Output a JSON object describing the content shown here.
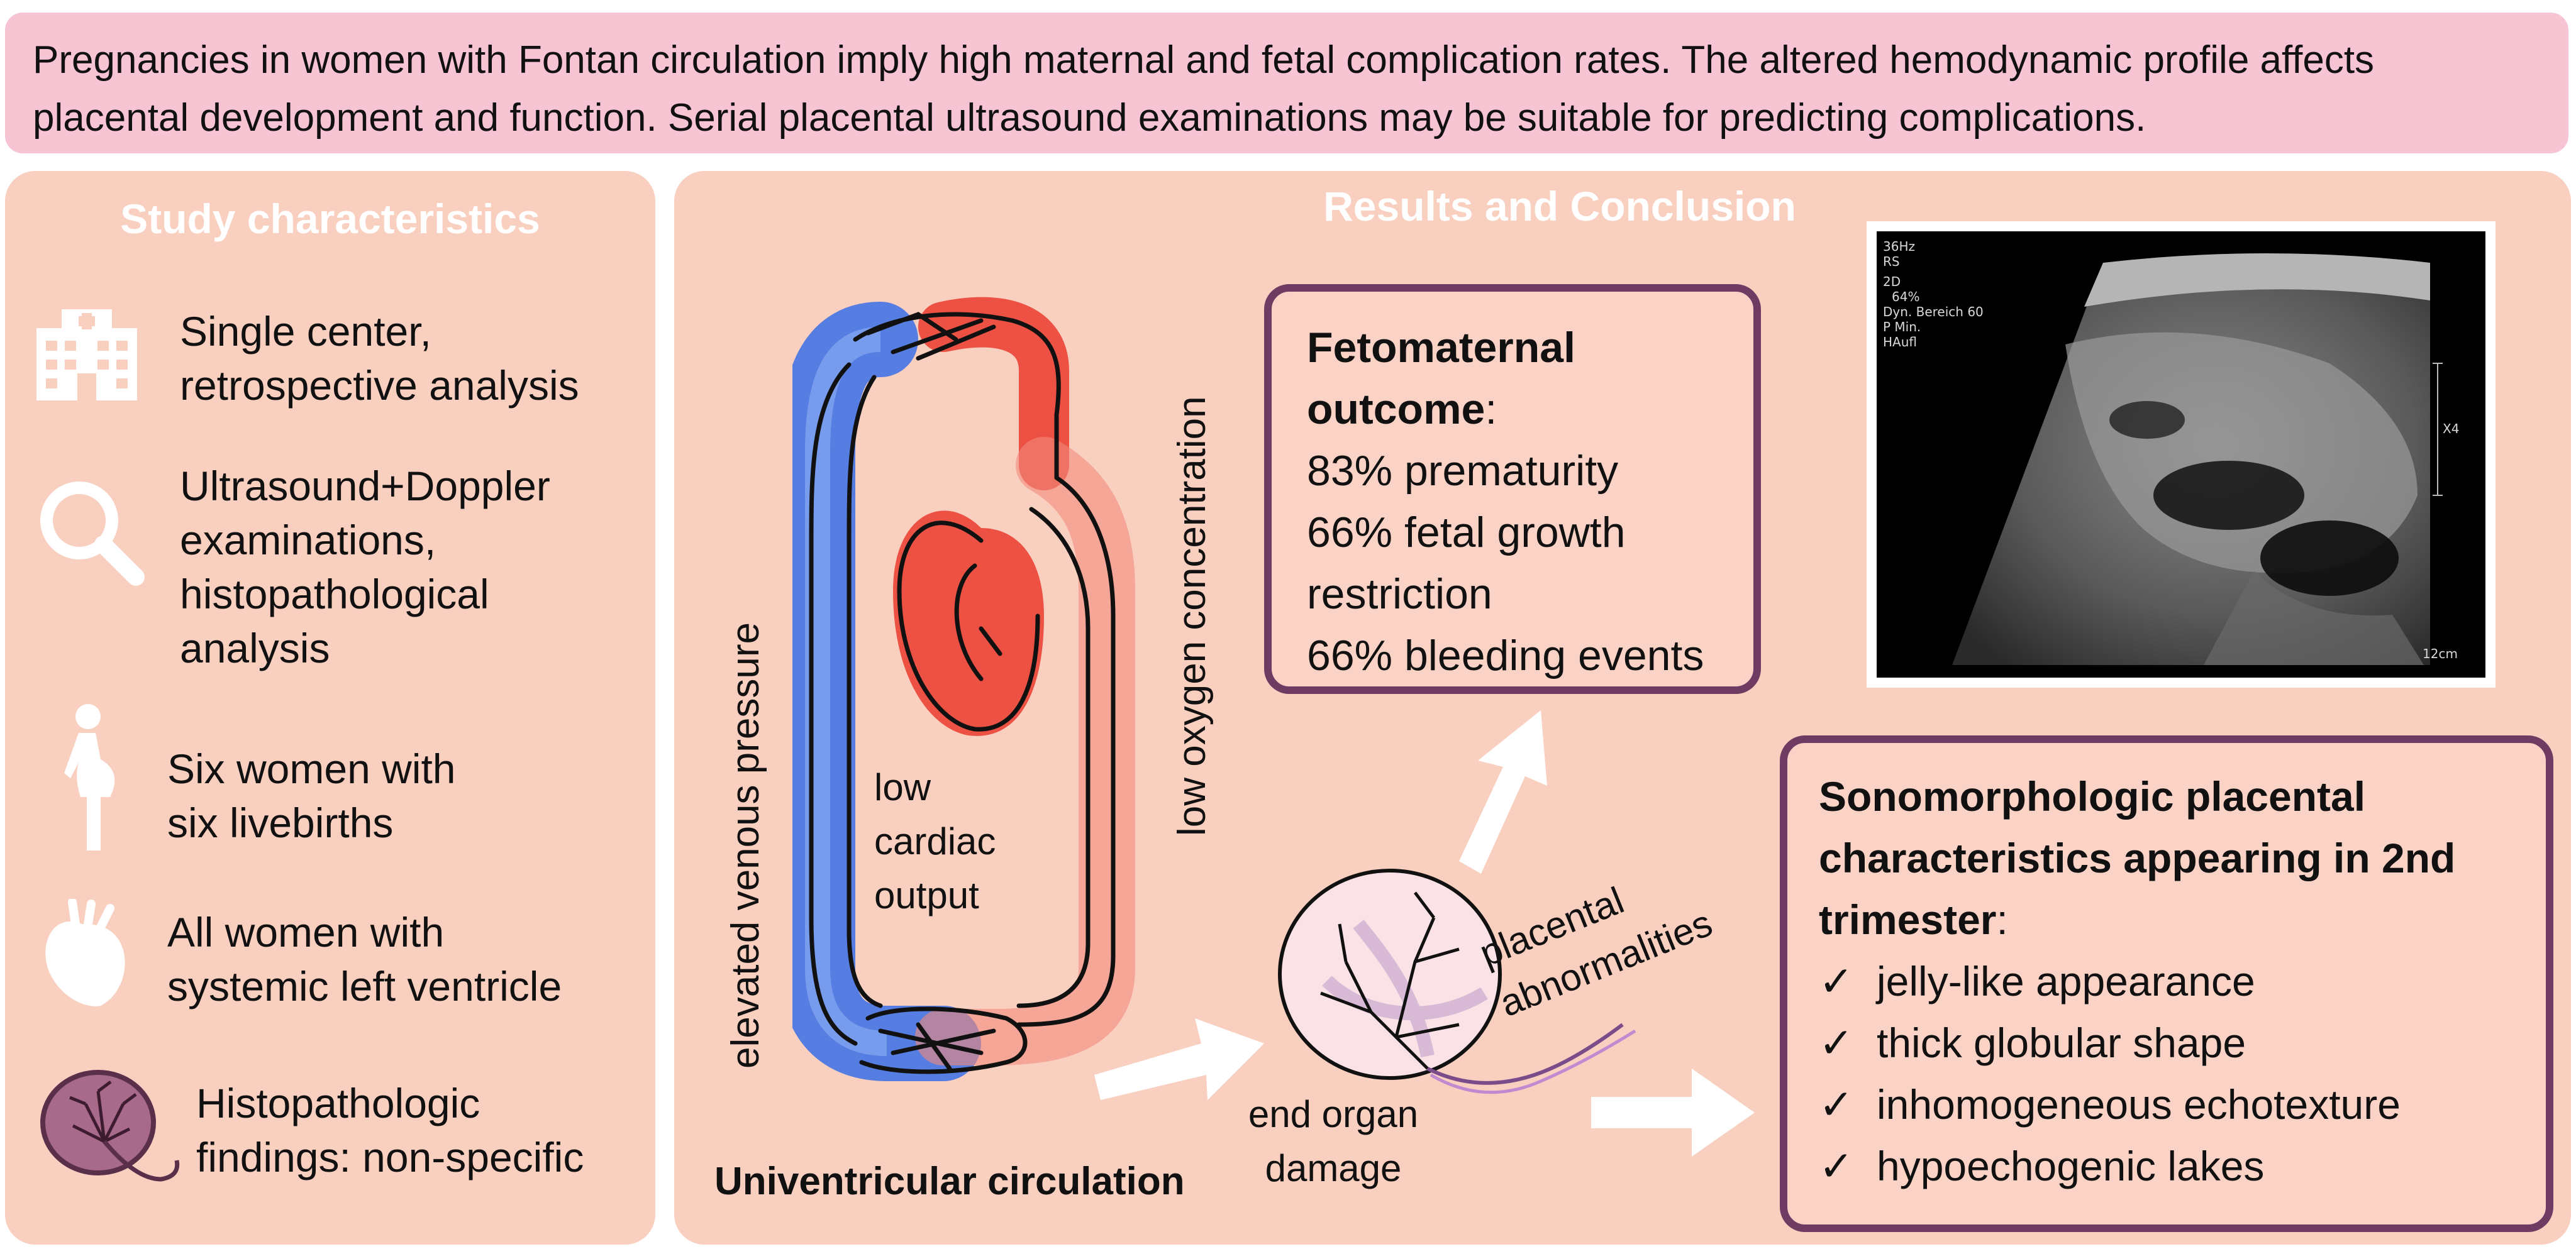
{
  "banner": {
    "line1": "Pregnancies in women with Fontan circulation imply high maternal and fetal complication rates. The altered hemodynamic profile affects",
    "line2": "placental development and function. Serial placental ultrasound examinations may be suitable for predicting complications."
  },
  "study": {
    "title": "Study characteristics",
    "items": [
      {
        "icon": "hospital-icon",
        "lines": [
          "Single center,",
          "retrospective analysis"
        ]
      },
      {
        "icon": "magnifier-icon",
        "lines": [
          "Ultrasound+Doppler",
          "examinations,",
          "histopathological",
          "analysis"
        ]
      },
      {
        "icon": "pregnant-woman-icon",
        "lines": [
          "Six women with",
          "six livebirths"
        ]
      },
      {
        "icon": "heart-icon",
        "lines": [
          "All women with",
          "systemic left ventricle"
        ]
      },
      {
        "icon": "placenta-icon",
        "lines": [
          "Histopathologic",
          "findings: non-specific"
        ]
      }
    ]
  },
  "results": {
    "title": "Results and Conclusion",
    "circulation": {
      "caption": "Univentricular circulation",
      "left_label": "elevated venous pressure",
      "right_label": "low oxygen concentration",
      "center_label": [
        "low",
        "cardiac",
        "output"
      ]
    },
    "end_organ": [
      "end organ",
      "damage"
    ],
    "placental": [
      "placental",
      "abnormalities"
    ],
    "fetomaternal": {
      "title_lines": [
        "Fetomaternal",
        "outcome"
      ],
      "title_suffix": ":",
      "lines": [
        "83% prematurity",
        "66% fetal growth",
        "restriction",
        "66% bleeding events"
      ]
    },
    "sono": {
      "title_lines": [
        "Sonomorphologic placental",
        "characteristics appearing in 2nd",
        "trimester"
      ],
      "title_suffix": ":",
      "checkmark": "✓",
      "items": [
        "jelly-like appearance",
        "thick globular shape",
        "inhomogeneous echotexture",
        "hypoechogenic lakes"
      ]
    },
    "ultrasound": {
      "overlay": [
        "36Hz",
        "RS",
        "",
        "2D",
        "64%",
        "Dyn. Bereich 60",
        "P Min.",
        "HAufl"
      ],
      "depth": "12cm",
      "marker": "X4"
    }
  },
  "colors": {
    "banner": "#f7c4d4",
    "panel": "#f9cfc0",
    "box_border": "#6f3b62",
    "blue": "#3a6fe8",
    "red": "#ea3b2e"
  }
}
